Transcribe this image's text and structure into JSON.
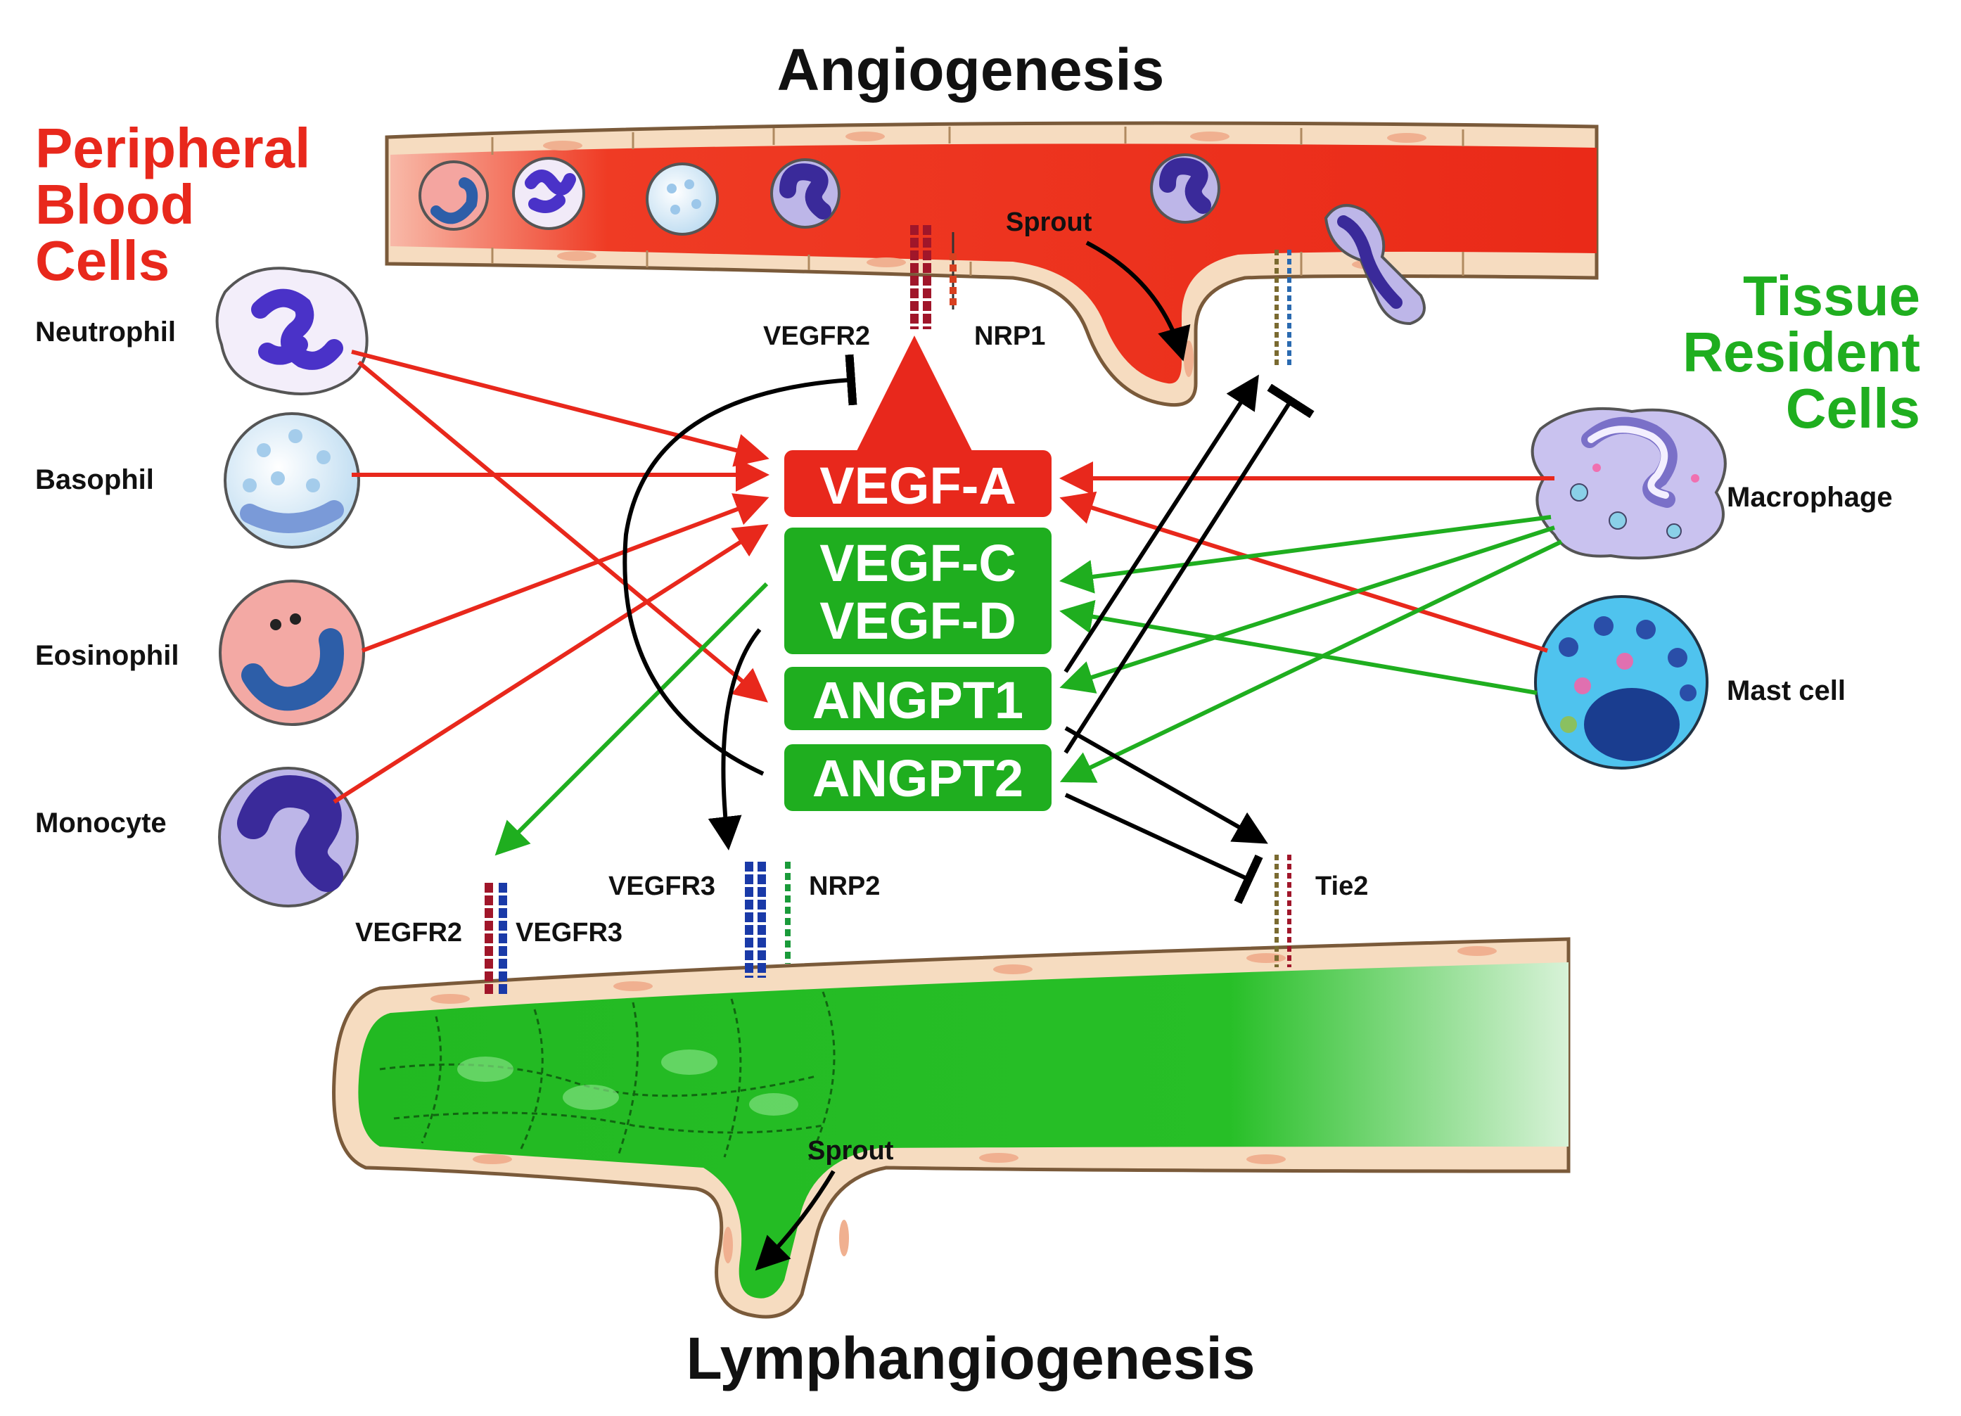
{
  "titles": {
    "top": "Angiogenesis",
    "bottom": "Lymphangiogenesis",
    "peripheral": [
      "Peripheral",
      "Blood",
      "Cells"
    ],
    "tissue": [
      "Tissue",
      "Resident",
      "Cells"
    ]
  },
  "cells": {
    "neutrophil": "Neutrophil",
    "basophil": "Basophil",
    "eosinophil": "Eosinophil",
    "monocyte": "Monocyte",
    "macrophage": "Macrophage",
    "mast": "Mast cell"
  },
  "factors": {
    "vegfa": "VEGF-A",
    "vegfc": "VEGF-C",
    "vegfd": "VEGF-D",
    "angpt1": "ANGPT1",
    "angpt2": "ANGPT2"
  },
  "receptors": {
    "vegfr2_top": "VEGFR2",
    "nrp1": "NRP1",
    "vegfr2_bottom": "VEGFR2",
    "vegfr3_a": "VEGFR3",
    "vegfr3_b": "VEGFR3",
    "nrp2": "NRP2",
    "tie2": "Tie2"
  },
  "sprouts": {
    "top": "Sprout",
    "bottom": "Sprout"
  },
  "colors": {
    "red": "#e8281c",
    "green": "#1fae1f",
    "black": "#000000",
    "wall": "#f6dcc0",
    "lymph": "#2fc32f"
  }
}
